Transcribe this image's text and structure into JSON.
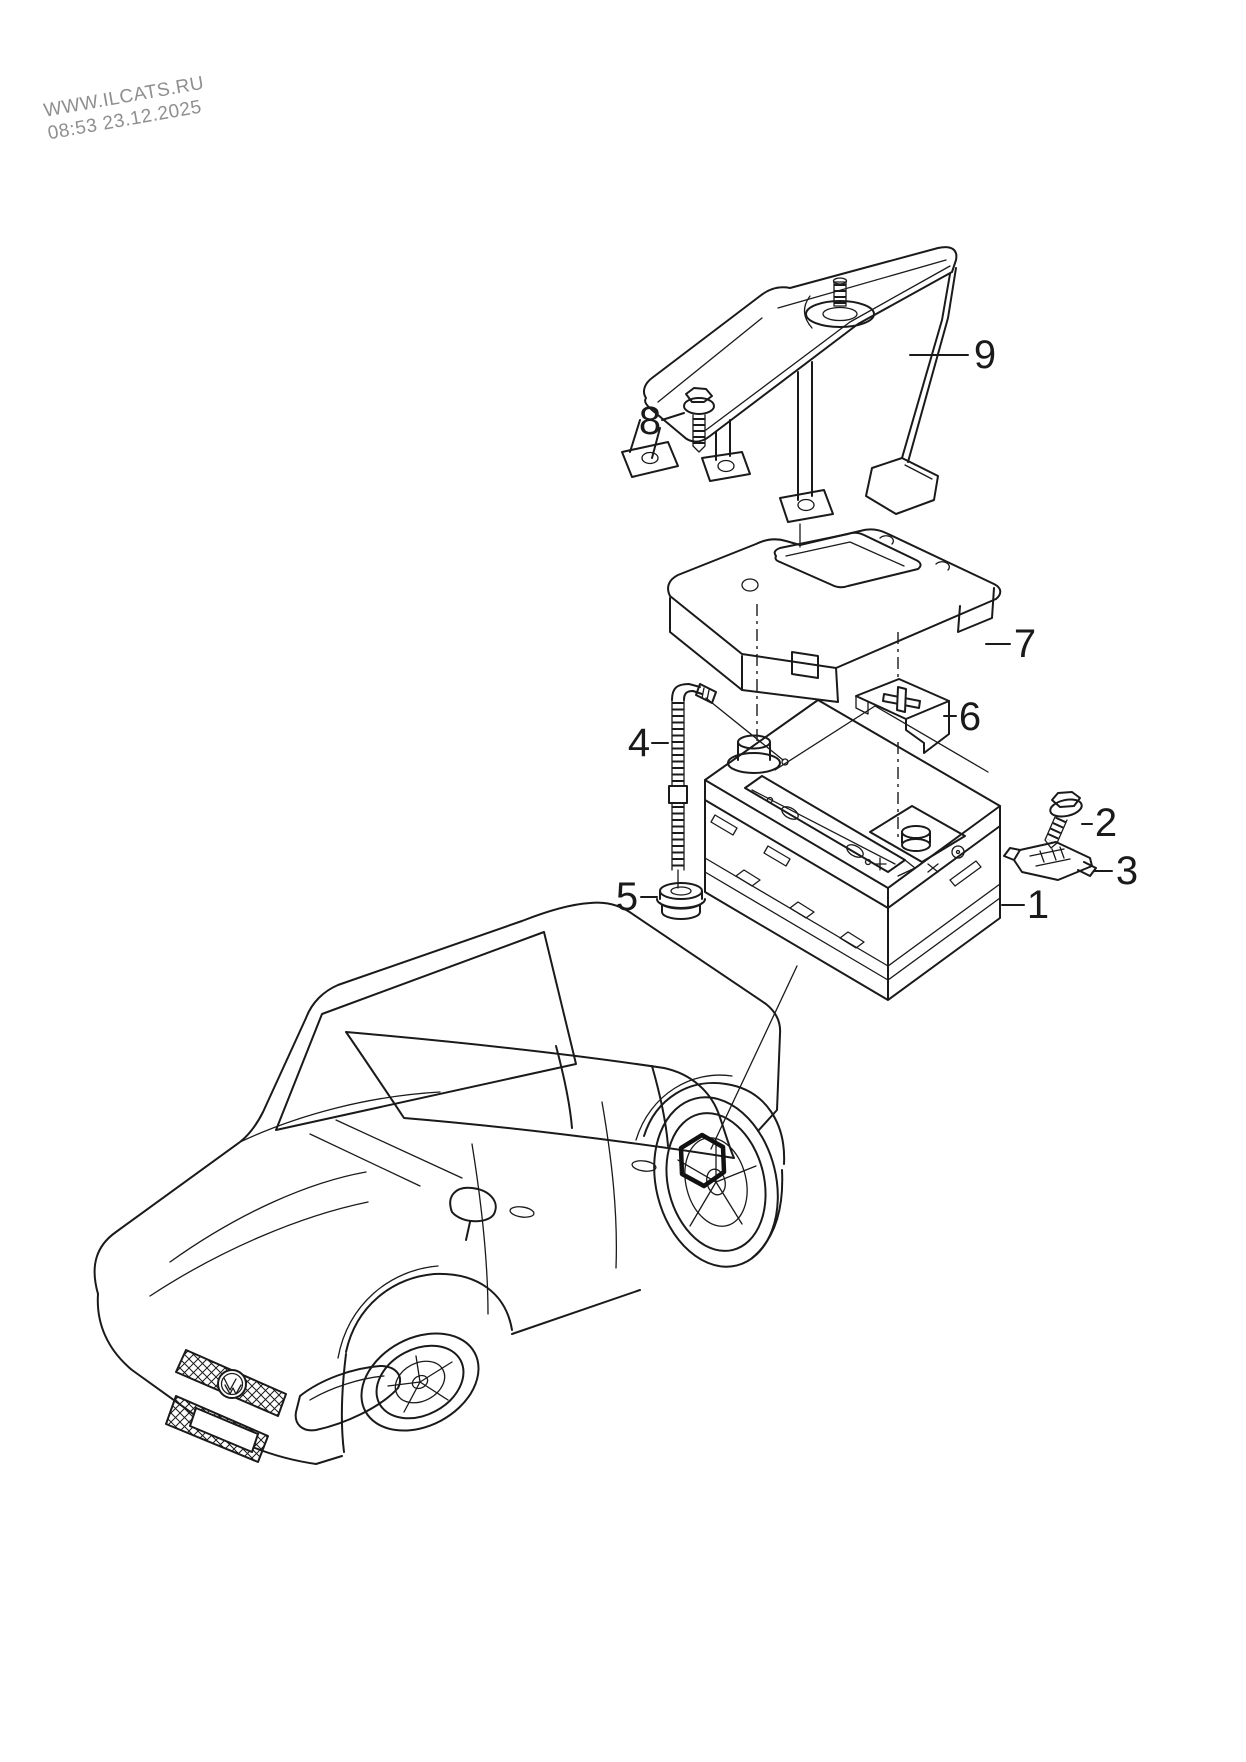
{
  "page": {
    "background_color": "#ffffff"
  },
  "watermark": {
    "line1": "WWW.ILCATS.RU",
    "line2": "08:53 23.12.2025",
    "color": "#8f8f8f"
  },
  "diagram": {
    "line_color": "#1a1a1a",
    "callouts": [
      {
        "number": "1"
      },
      {
        "number": "2"
      },
      {
        "number": "3"
      },
      {
        "number": "4"
      },
      {
        "number": "5"
      },
      {
        "number": "6"
      },
      {
        "number": "7"
      },
      {
        "number": "8"
      },
      {
        "number": "9"
      }
    ]
  }
}
